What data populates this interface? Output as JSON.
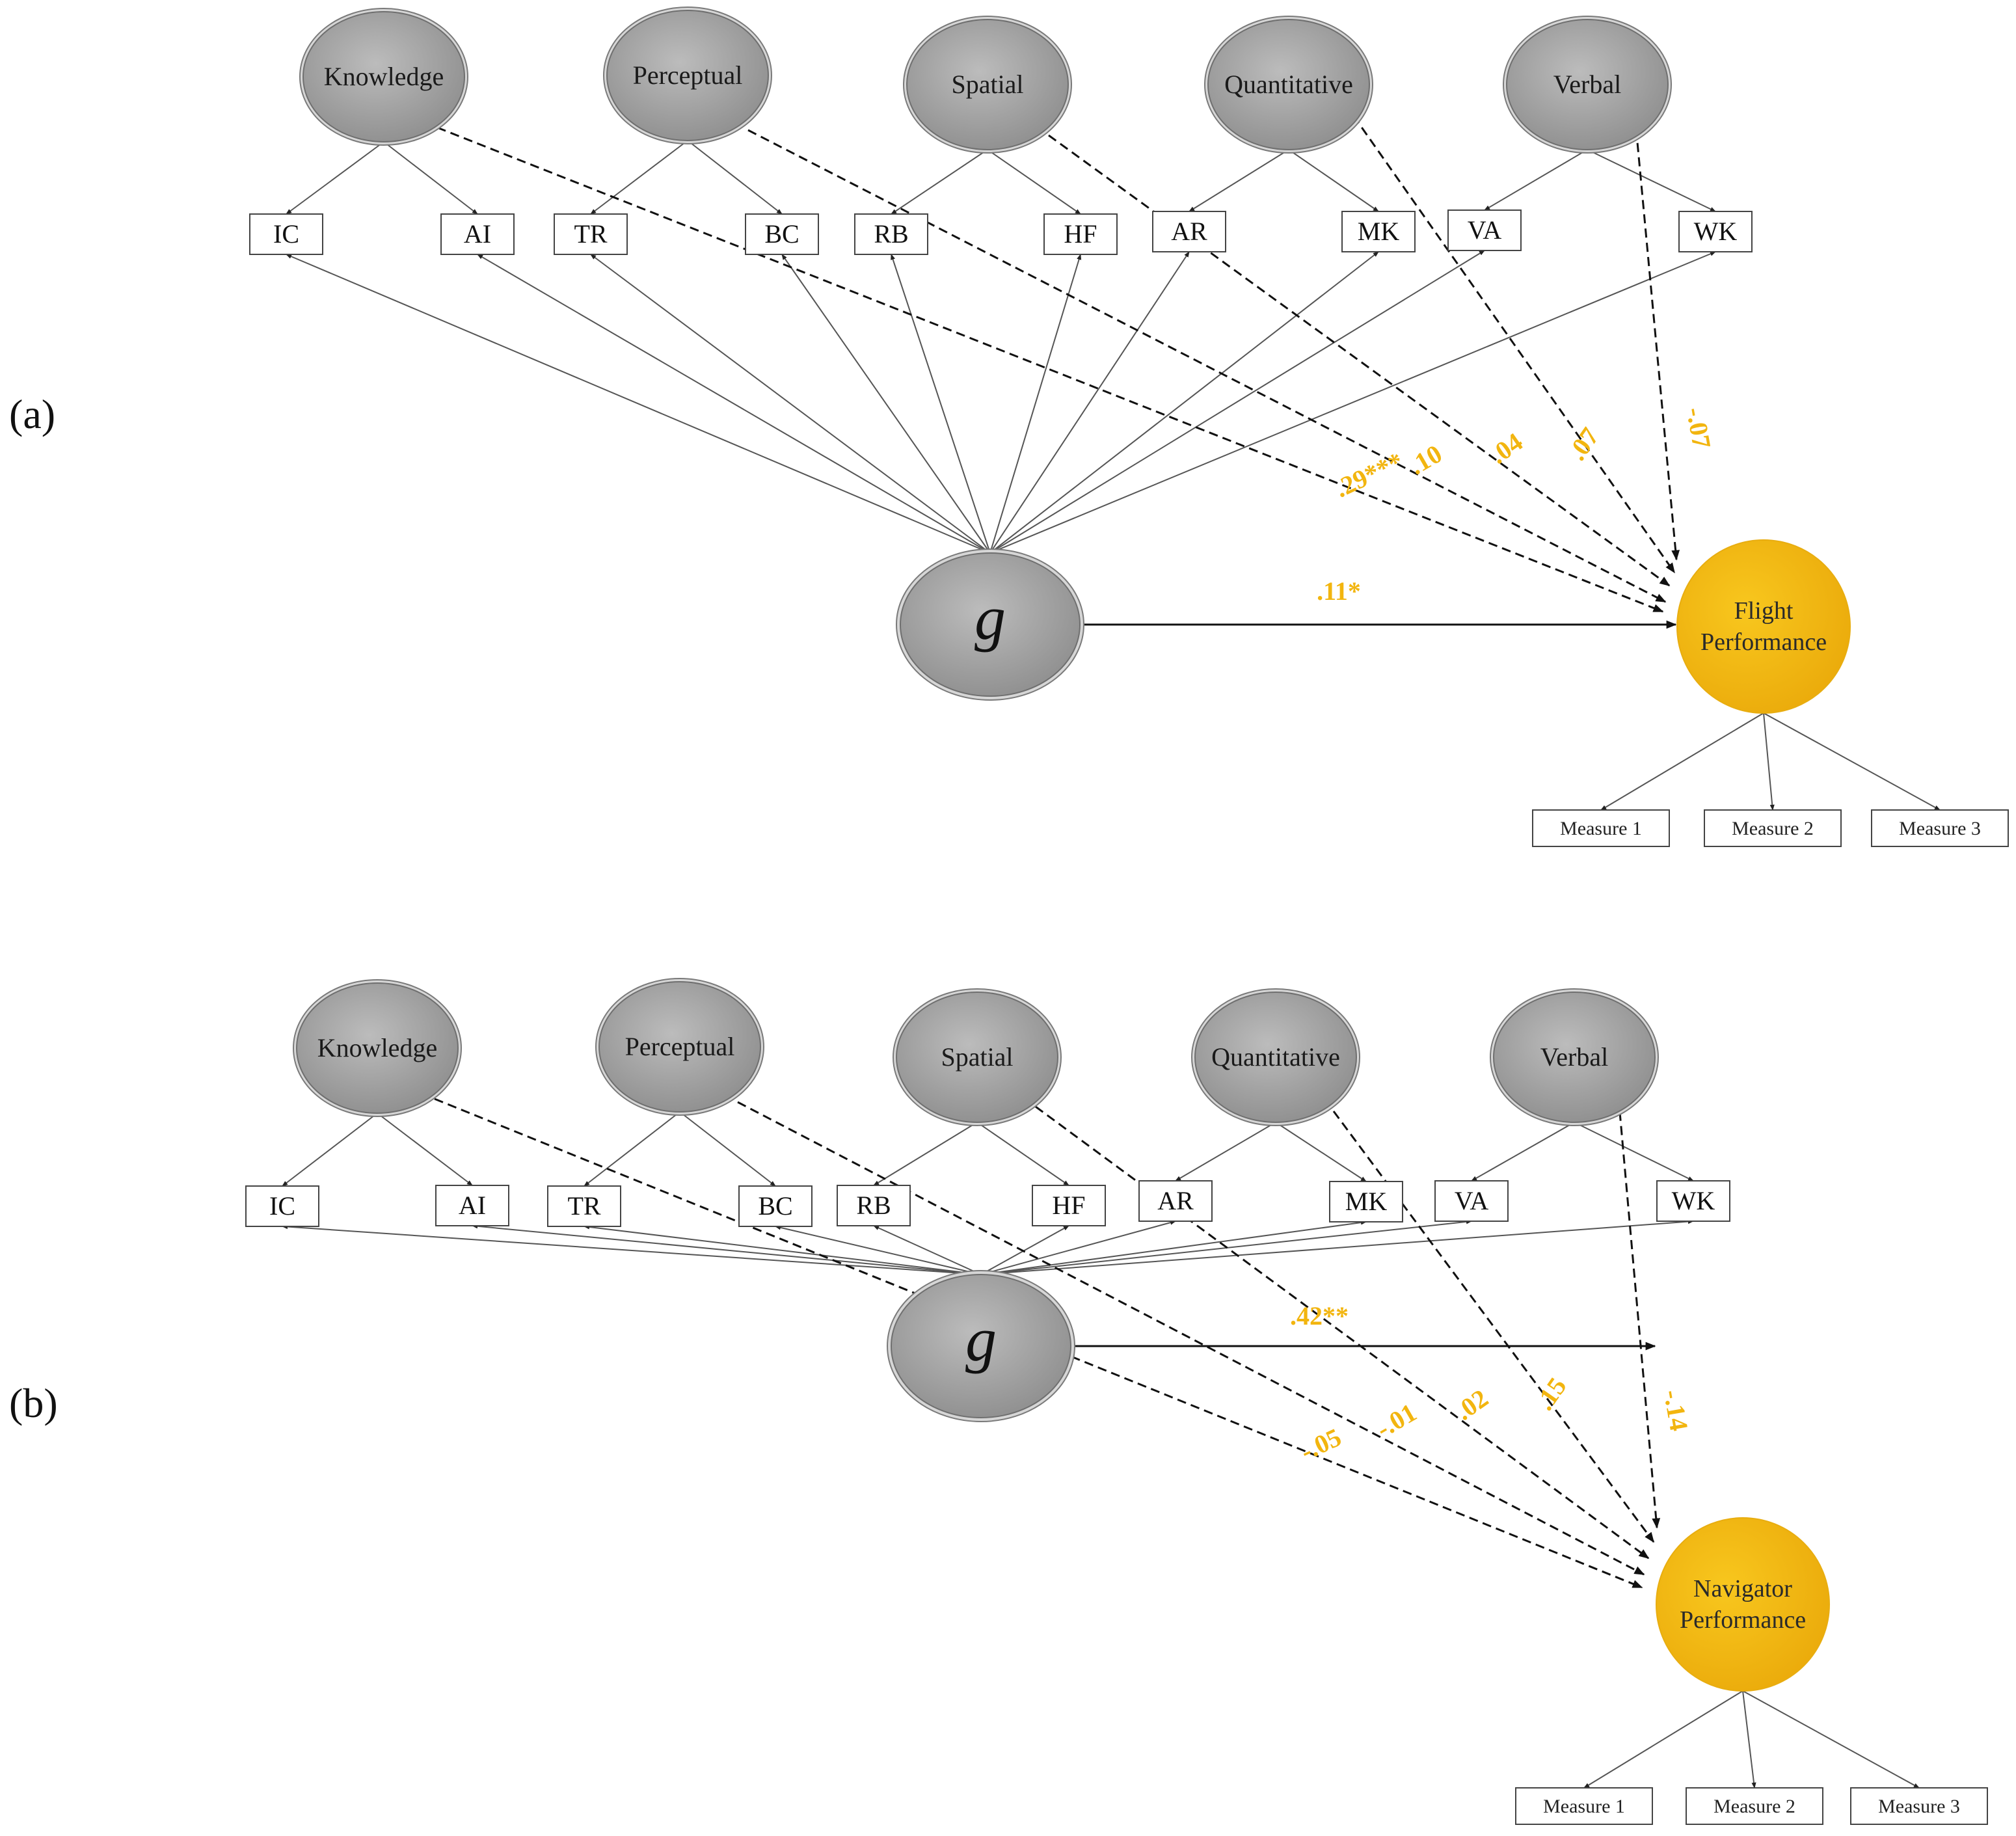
{
  "panels": [
    {
      "label": "(a)",
      "factors": [
        "Knowledge",
        "Perceptual",
        "Spatial",
        "Quantitative",
        "Verbal"
      ],
      "general_factor": "g",
      "indicators": [
        "IC",
        "AI",
        "TR",
        "BC",
        "RB",
        "HF",
        "AR",
        "MK",
        "VA",
        "WK"
      ],
      "outcome": [
        "Flight",
        "Performance"
      ],
      "measures": [
        "Measure 1",
        "Measure 2",
        "Measure 3"
      ],
      "g_path": ".11*",
      "factor_paths": [
        ".29***",
        ".10",
        ".04",
        ".07",
        "-.07"
      ]
    },
    {
      "label": "(b)",
      "factors": [
        "Knowledge",
        "Perceptual",
        "Spatial",
        "Quantitative",
        "Verbal"
      ],
      "general_factor": "g",
      "indicators": [
        "IC",
        "AI",
        "TR",
        "BC",
        "RB",
        "HF",
        "AR",
        "MK",
        "VA",
        "WK"
      ],
      "outcome": [
        "Navigator",
        "Performance"
      ],
      "measures": [
        "Measure 1",
        "Measure 2",
        "Measure 3"
      ],
      "g_path": ".42**",
      "factor_paths": [
        "-.05",
        "-.01",
        ".02",
        ".15",
        "-.14"
      ]
    }
  ],
  "colors": {
    "factor_fill": "#a9a9a9",
    "outcome_fill": "#f3b914",
    "coefficient_text": "#f2b50f"
  }
}
